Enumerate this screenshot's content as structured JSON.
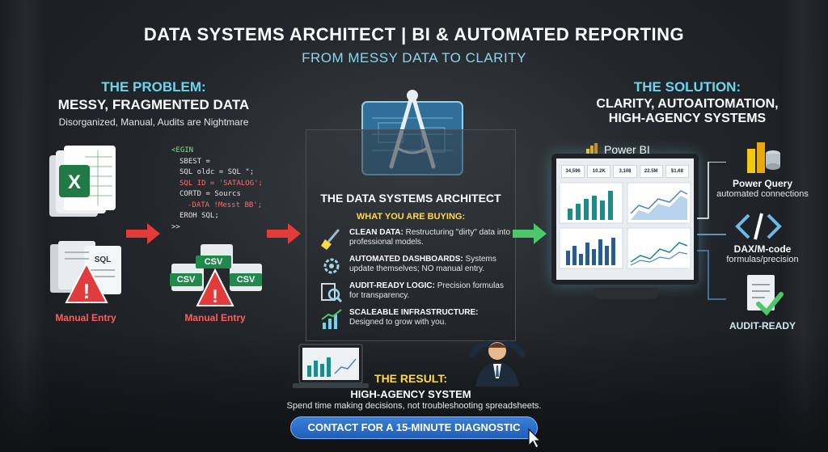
{
  "header": {
    "title": "DATA SYSTEMS ARCHITECT | BI & AUTOMATED REPORTING",
    "subtitle": "FROM MESSY DATA TO CLARITY"
  },
  "problem": {
    "heading": "THE PROBLEM:",
    "subheading": "MESSY, FRAGMENTED DATA",
    "description": "Disorganized, Manual, Audits are Nightmare",
    "code_lines": [
      "<EGIN",
      "SBEST =",
      "SQL oldc = SQL \";",
      "SQL ID = 'SATALOG';",
      "CORTD = Sourcs",
      "-DATA !Messt BB';",
      "EROH SQL;",
      ">>"
    ],
    "sql_tag": "SQL",
    "csv_tag": "CSV",
    "manual_entry_1": "Manual Entry",
    "manual_entry_2": "Manual Entry"
  },
  "center": {
    "heading": "THE DATA SYSTEMS ARCHITECT",
    "subheading": "WHAT YOU ARE BUYING:",
    "features": [
      {
        "icon": "broom-icon",
        "title": "CLEAN DATA:",
        "text": " Restructuring \"dirty\" data into professional models."
      },
      {
        "icon": "automation-gear-icon",
        "title": "AUTOMATED DASHBOARDS:",
        "text": " Systems update themselves; NO manual entry."
      },
      {
        "icon": "audit-magnifier-icon",
        "title": "AUDIT-READY LOGIC:",
        "text": " Precision formulas for transparency."
      },
      {
        "icon": "growth-chart-icon",
        "title": "SCALEABLE INFRASTRUCTURE:",
        "text": " Designed to grow with you."
      }
    ]
  },
  "solution": {
    "heading": "THE SOLUTION:",
    "subheading_line1": "CLARITY, AUTOAITOMATION,",
    "subheading_line2": "HIGH-AGENCY SYSTEMS",
    "power_bi": "Power BI",
    "power_query_title": "Power Query",
    "power_query_desc": "automated connections",
    "dax_title": "DAX/M-code",
    "dax_desc": "formulas/precision",
    "audit_ready": "AUDIT-READY",
    "dashboard_kpis": [
      "34,596",
      "10.2K",
      "3,108",
      "22.5M",
      "$1.68"
    ]
  },
  "result": {
    "heading": "THE RESULT:",
    "subheading": "HIGH-AGENCY SYSTEM",
    "description": "Spend time making decisions, not troubleshooting spreadsheets.",
    "cta_label": "CONTACT FOR A 15-MINUTE DIAGNOSTIC"
  },
  "colors": {
    "accent_cyan": "#6fd4ea",
    "accent_yellow": "#ffd84a",
    "alert_red": "#ff5d5d",
    "cta_blue": "#1e5fb8",
    "success_green": "#4cc86b"
  }
}
